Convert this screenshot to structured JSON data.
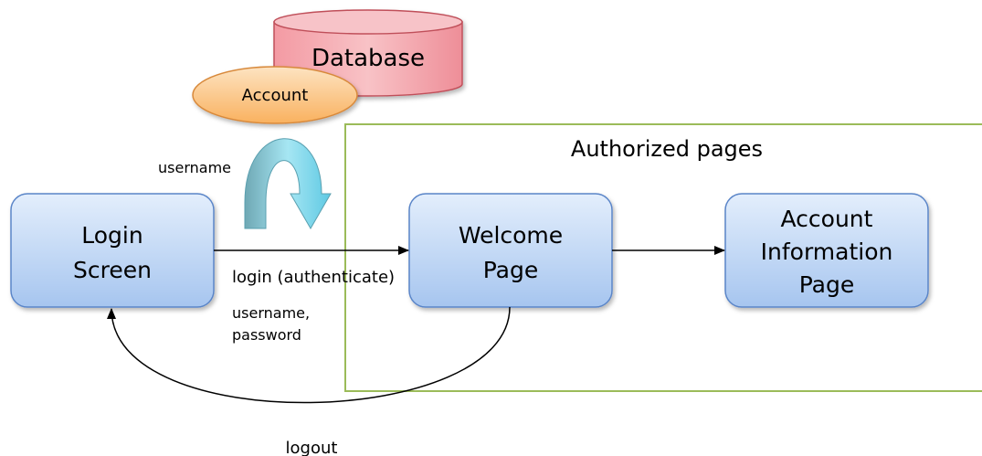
{
  "database": {
    "label": "Database"
  },
  "account_store": {
    "label": "Account"
  },
  "authorized_region": {
    "title": "Authorized pages"
  },
  "nodes": {
    "login": {
      "line1": "Login",
      "line2": "Screen"
    },
    "welcome": {
      "line1": "Welcome",
      "line2": "Page"
    },
    "account_info": {
      "line1": "Account",
      "line2": "Information",
      "line3": "Page"
    }
  },
  "labels": {
    "username_lookup": "username",
    "login_edge": "login (authenticate)",
    "credentials_line1": "username,",
    "credentials_line2": "password",
    "logout_edge": "logout"
  },
  "colors": {
    "node_fill_top": "#dce9fb",
    "node_fill_bottom": "#9fc1ef",
    "node_stroke": "#5a85c8",
    "database_fill": "#f4aeb4",
    "database_stroke": "#c0505a",
    "account_fill": "#fbc98a",
    "account_stroke": "#d8893a",
    "region_stroke": "#9bbb59",
    "arrow": "#000000",
    "curved_arrow_fill": "#7fd3e6"
  }
}
